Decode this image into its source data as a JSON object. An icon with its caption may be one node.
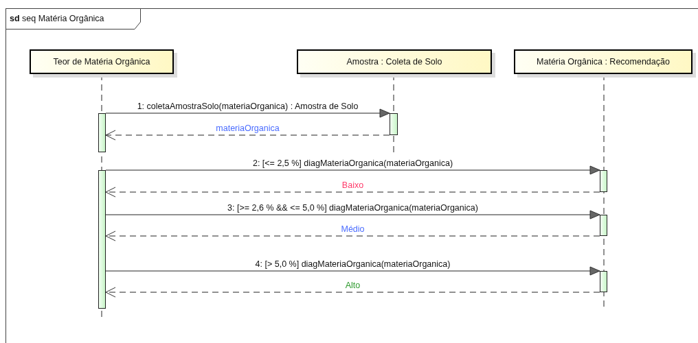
{
  "diagram": {
    "title": "**sd** seq Matéria Orgânica",
    "nodes": [
      {
        "text": [
          "Teor de Matéria Orgânica"
        ]
      },
      {
        "text": [
          "Amostra : Coleta de Solo"
        ]
      },
      {
        "text": [
          "Matéria Orgânica : Recomendação"
        ]
      },
      {
        "text": [],
        "shape": "bar"
      },
      {
        "text": [],
        "shape": "bar"
      },
      {
        "text": [],
        "shape": "bar"
      },
      {
        "text": [],
        "shape": "bar"
      },
      {
        "text": [],
        "shape": "bar"
      },
      {
        "text": [],
        "shape": "bar"
      }
    ],
    "edges": [
      {
        "from": 3,
        "to": 4,
        "arrow": "to",
        "label": "1: coletaAmostraSolo(materiaOrganica) : Amostra de Solo"
      },
      {
        "from": 4,
        "to": 3,
        "arrow": "to",
        "label": "materiaOrganica",
        "style": "dashed"
      },
      {
        "from": 5,
        "to": 6,
        "arrow": "to",
        "label": "2: [<= 2,5 %] diagMateriaOrganica(materiaOrganica)"
      },
      {
        "from": 6,
        "to": 5,
        "arrow": "to",
        "label": "Baixo",
        "style": "dashed"
      },
      {
        "from": 5,
        "to": 7,
        "arrow": "to",
        "label": "3: [>= 2,6 % && <= 5,0 %] diagMateriaOrganica(materiaOrganica)"
      },
      {
        "from": 7,
        "to": 5,
        "arrow": "to",
        "label": "Médio",
        "style": "dashed"
      },
      {
        "from": 5,
        "to": 8,
        "arrow": "to",
        "label": "4: [> 5,0 %] diagMateriaOrganica(materiaOrganica)"
      },
      {
        "from": 8,
        "to": 5,
        "arrow": "to",
        "label": "Alto",
        "style": "dashed"
      }
    ]
  }
}
